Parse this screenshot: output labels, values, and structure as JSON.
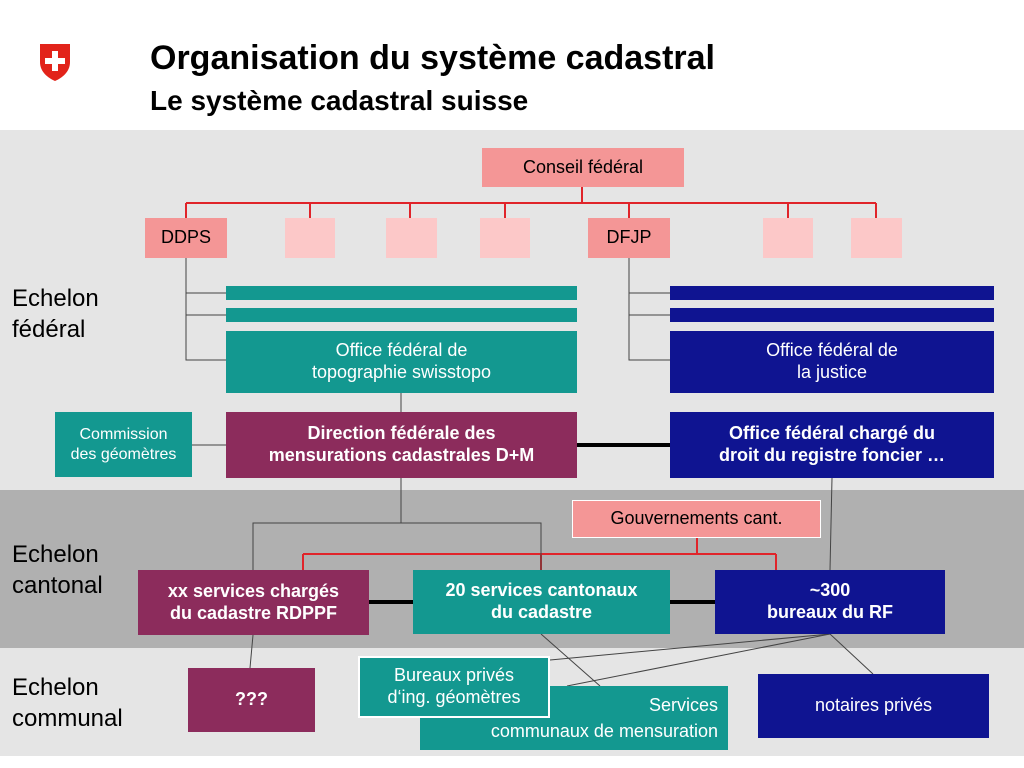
{
  "header": {
    "title": "Organisation du système cadastral",
    "subtitle": "Le système cadastral suisse",
    "logo": "swiss-cross-shield-icon",
    "logo_color": "#e2231a"
  },
  "levels": {
    "federal": "Echelon\nfédéral",
    "cantonal": "Echelon\ncantonal",
    "communal": "Echelon\ncommunal"
  },
  "nodes": {
    "conseil_federal": "Conseil fédéral",
    "ddps": "DDPS",
    "dfjp": "DFJP",
    "office_topographie": "Office fédéral de\ntopographie  swisstopo",
    "office_justice": "Office fédéral de\nla justice",
    "commission_geometres": "Commission\ndes géomètres",
    "direction_mensurations": "Direction fédérale des\nmensurations cadastrales D+M",
    "office_registre_foncier": "Office fédéral chargé du\ndroit du registre foncier …",
    "gouvernements_cant": "Gouvernements cant.",
    "services_rdppf": "xx services chargés\ndu cadastre RDPPF",
    "services_cantonaux": "20 services cantonaux\ndu cadastre",
    "bureaux_rf": "~300\nbureaux du RF",
    "unknown": "???",
    "bureaux_prives": "Bureaux privés\nd‘ing. géomètres",
    "services_communaux_1": "Services",
    "services_communaux_2": "communaux de mensuration",
    "notaires_prives": "notaires privés"
  },
  "colors": {
    "band_federal": "#e5e5e5",
    "band_cantonal": "#b0b0b0",
    "band_communal": "#e5e5e5",
    "pink": "#f49696",
    "light_pink": "#fcc8c8",
    "teal": "#139890",
    "navy": "#0f1491",
    "plum": "#8c2c5c",
    "red_line": "#e0242a"
  }
}
